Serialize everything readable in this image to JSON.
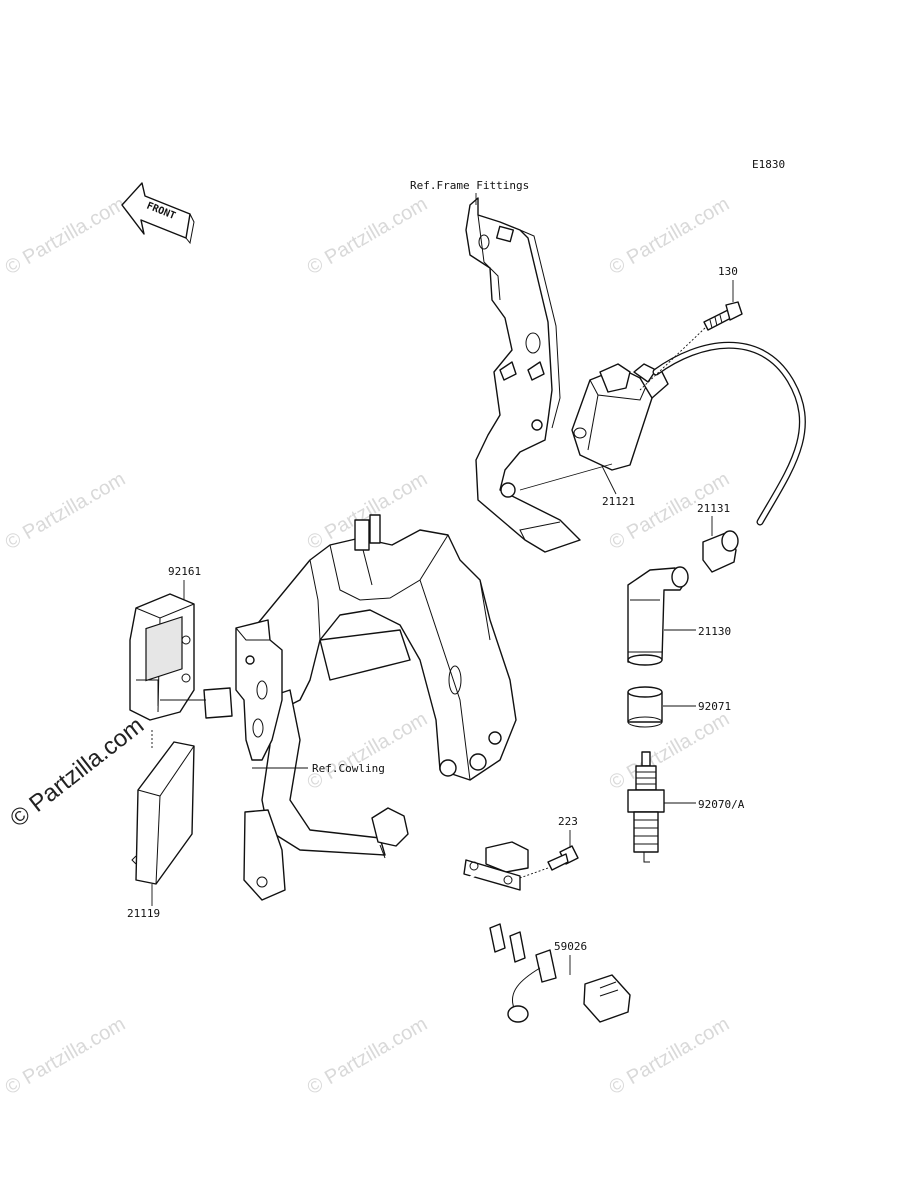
{
  "diagram": {
    "code": "E1830",
    "front_label": "FRONT",
    "ref_frame": "Ref.Frame Fittings",
    "ref_cowling": "Ref.Cowling",
    "watermark": "© Partzilla.com",
    "parts": [
      {
        "id": "130"
      },
      {
        "id": "21121"
      },
      {
        "id": "21131"
      },
      {
        "id": "21130"
      },
      {
        "id": "92071"
      },
      {
        "id": "92070/A"
      },
      {
        "id": "223"
      },
      {
        "id": "59026"
      },
      {
        "id": "92161"
      },
      {
        "id": "21119"
      }
    ]
  }
}
